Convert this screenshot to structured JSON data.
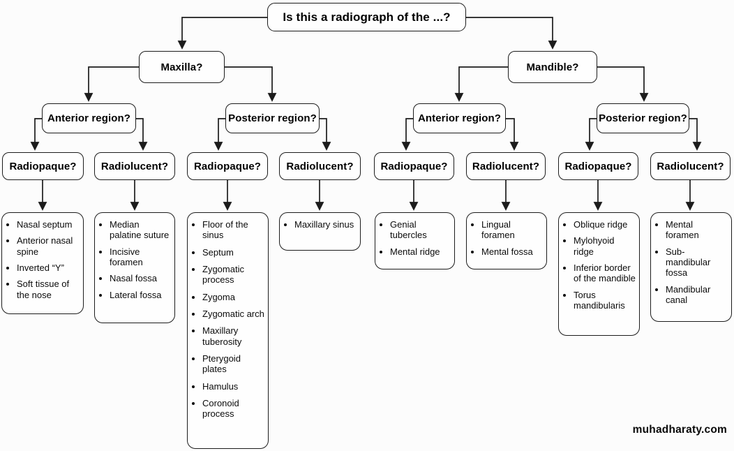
{
  "watermark": "muhadharaty.com",
  "colors": {
    "line": "#1c1c1c",
    "box_border": "#1c1c1c",
    "box_bg": "#fefefe",
    "background": "#fcfcfc",
    "text": "#000000"
  },
  "diagram": {
    "root": "Is this a radiograph of the ...?",
    "maxilla": {
      "label": "Maxilla?",
      "anterior": {
        "label": "Anterior region?",
        "radiopaque": {
          "label": "Radiopaque?",
          "items": [
            "Nasal septum",
            "Anterior nasal spine",
            "Inverted “Y”",
            "Soft tissue of the nose"
          ]
        },
        "radiolucent": {
          "label": "Radiolucent?",
          "items": [
            "Median palatine suture",
            "Incisive foramen",
            "Nasal fossa",
            "Lateral fossa"
          ]
        }
      },
      "posterior": {
        "label": "Posterior region?",
        "radiopaque": {
          "label": "Radiopaque?",
          "items": [
            "Floor of the sinus",
            "Septum",
            "Zygomatic process",
            "Zygoma",
            "Zygomatic arch",
            "Maxillary tuberosity",
            "Pterygoid plates",
            "Hamulus",
            "Coronoid process"
          ]
        },
        "radiolucent": {
          "label": "Radiolucent?",
          "items": [
            "Maxillary sinus"
          ]
        }
      }
    },
    "mandible": {
      "label": "Mandible?",
      "anterior": {
        "label": "Anterior region?",
        "radiopaque": {
          "label": "Radiopaque?",
          "items": [
            "Genial tubercles",
            "Mental ridge"
          ]
        },
        "radiolucent": {
          "label": "Radiolucent?",
          "items": [
            "Lingual foramen",
            "Mental fossa"
          ]
        }
      },
      "posterior": {
        "label": "Posterior region?",
        "radiopaque": {
          "label": "Radiopaque?",
          "items": [
            "Oblique ridge",
            "Mylohyoid ridge",
            "Inferior border of the mandible",
            "Torus mandibularis"
          ]
        },
        "radiolucent": {
          "label": "Radiolucent?",
          "items": [
            "Mental foramen",
            "Sub-mandibular fossa",
            "Mandibular canal"
          ]
        }
      }
    }
  }
}
